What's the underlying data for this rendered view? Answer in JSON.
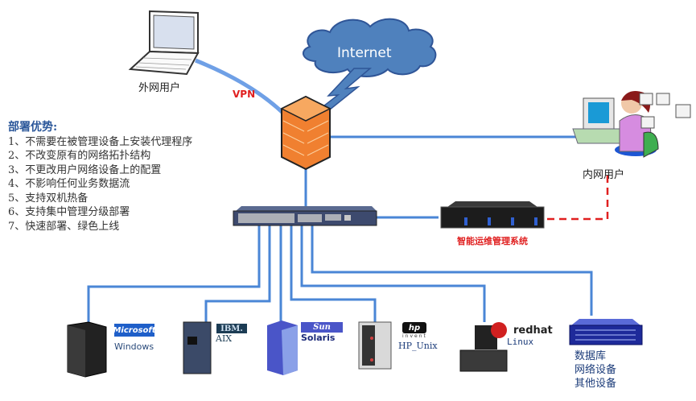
{
  "diagram": {
    "internet": {
      "label": "Internet"
    },
    "vpn_label": "VPN",
    "external_user": {
      "label": "外网用户"
    },
    "internal_user": {
      "label": "内网用户"
    },
    "ops_system": {
      "label": "智能运维管理系统"
    },
    "advantages": {
      "title": "部署优势:",
      "items": [
        "1、不需要在被管理设备上安装代理程序",
        "2、不改变原有的网络拓扑结构",
        "3、不更改用户网络设备上的配置",
        "4、不影响任何业务数据流",
        "5、支持双机热备",
        "6、支持集中管理分级部署",
        "7、快速部署、绿色上线"
      ]
    },
    "servers": [
      {
        "logo": "Microsoft",
        "os": "Windows"
      },
      {
        "logo": "IBM.",
        "os": "AIX"
      },
      {
        "logo": "Sun",
        "os": "Solaris"
      },
      {
        "logo": "hp",
        "logo_sub": "invent",
        "os": "HP_Unix"
      },
      {
        "logo": "redhat",
        "os": "Linux"
      },
      {
        "logo": "",
        "os": "数据库",
        "os2": "网络设备",
        "os3": "其他设备"
      }
    ],
    "colors": {
      "line": "#4a86d6",
      "dashed": "#e02020",
      "cloud": "#4f81bd",
      "vpn": "#e02020",
      "ops_label": "#e02020",
      "advantages_title": "#2a5699"
    }
  }
}
